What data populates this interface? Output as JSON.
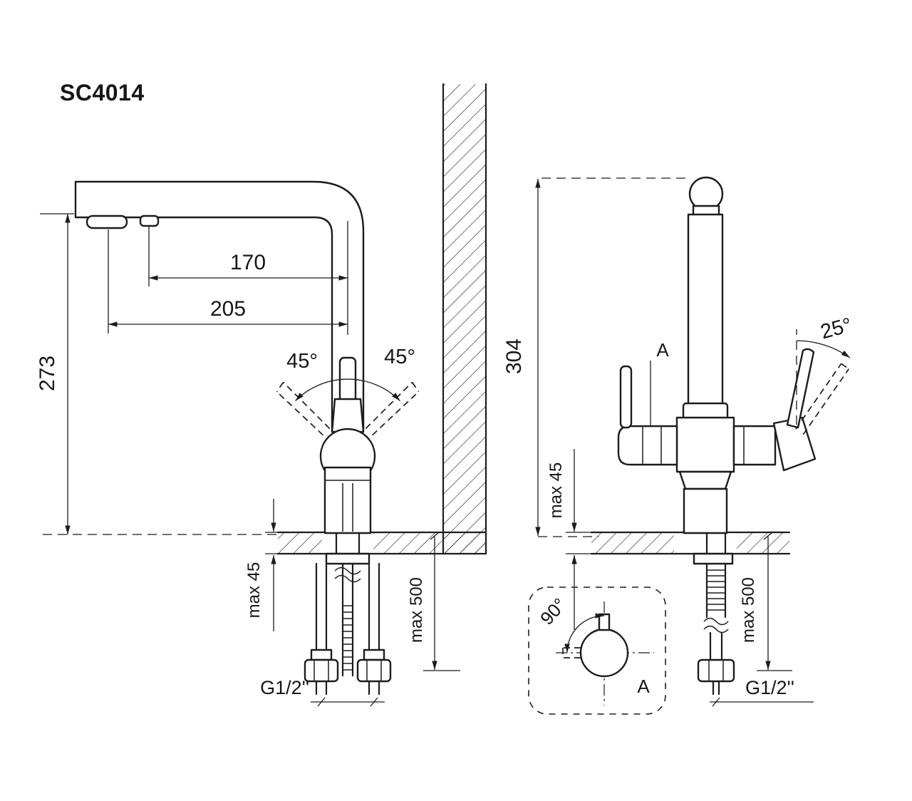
{
  "drawing": {
    "model": "SC4014",
    "side_view": {
      "dim_spout_tip_to_axis": "170",
      "dim_spout_total": "205",
      "dim_height_to_spout": "273",
      "handle_swing_left": "45°",
      "handle_swing_right": "45°",
      "max_counter_thickness": "max 45",
      "max_hose_length": "max 500",
      "connection_thread": "G1/2''"
    },
    "front_view": {
      "dim_total_height": "304",
      "handle_tilt": "25°",
      "section_mark": "A",
      "max_counter_thickness": "max 45",
      "max_hose_length": "max 500",
      "connection_thread": "G1/2''"
    },
    "detail_a": {
      "handle_rotation": "90°",
      "view_label": "A"
    }
  }
}
